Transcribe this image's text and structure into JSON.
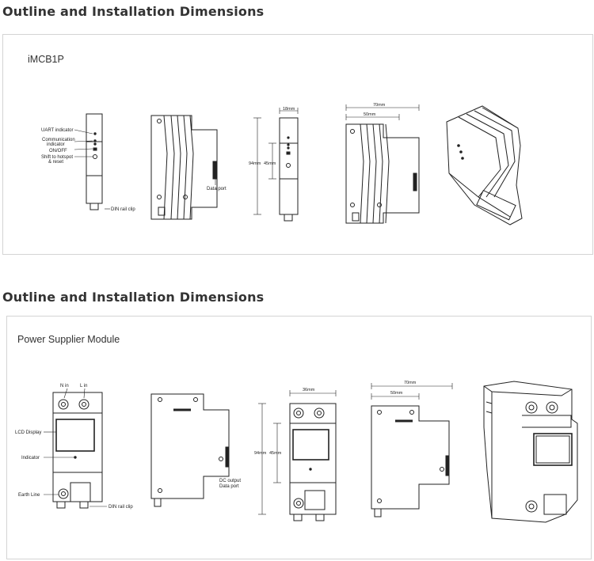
{
  "sections": [
    {
      "title": "Outline and Installation Dimensions",
      "panel_title": "iMCB1P",
      "labels": {
        "uart": "UART indicator",
        "comm1": "Communication",
        "comm2": "indicator",
        "onoff": "ON/OFF",
        "shift1": "Shift to hotspot",
        "shift2": "& reset",
        "din": "DIN rail clip",
        "dataport": "Data port"
      },
      "dims": {
        "width": "18mm",
        "height": "94mm",
        "inner_height": "45mm",
        "depth": "70mm",
        "inner_depth": "50mm"
      }
    },
    {
      "title": "Outline and Installation Dimensions",
      "panel_title": "Power Supplier Module",
      "labels": {
        "nin": "N in",
        "lin": "L in",
        "lcd": "LCD Display",
        "indicator": "Indicator",
        "earth": "Earth Line",
        "din": "DIN rail clip",
        "dc1": "DC output",
        "dc2": "Data port"
      },
      "dims": {
        "width": "36mm",
        "height": "94mm",
        "inner_height": "45mm",
        "depth": "70mm",
        "inner_depth": "50mm"
      }
    }
  ]
}
